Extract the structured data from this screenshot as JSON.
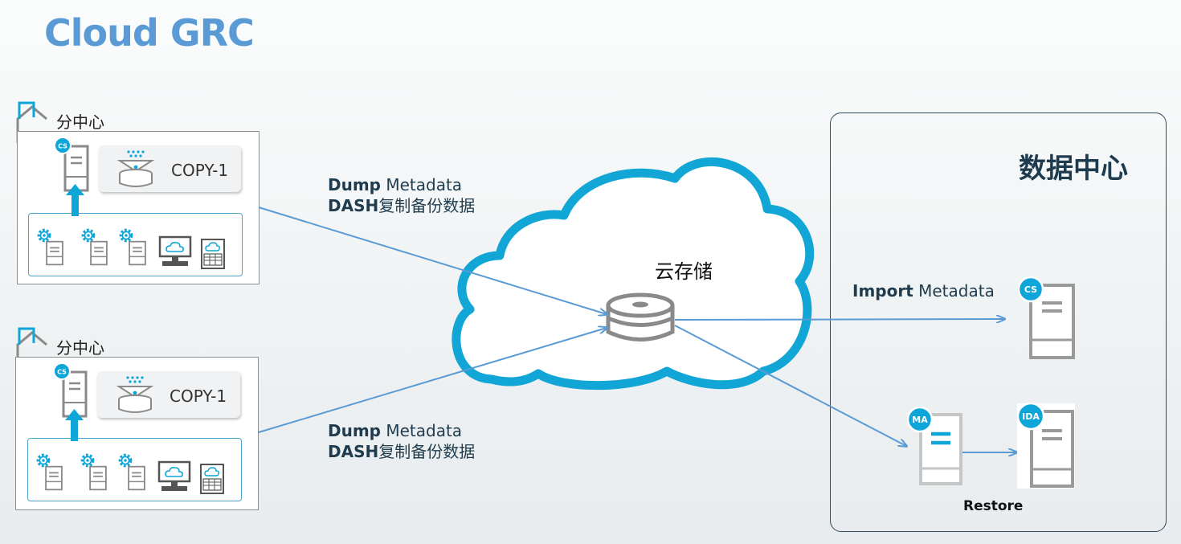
{
  "title": "Cloud GRC",
  "branches": [
    {
      "label": "分中心",
      "copy_label": "COPY-1",
      "cs_badge": "CS"
    },
    {
      "label": "分中心",
      "copy_label": "COPY-1",
      "cs_badge": "CS"
    }
  ],
  "flows": {
    "dump_top": {
      "strong": "Dump",
      "rest": " Metadata",
      "line2_strong": "DASH",
      "line2_rest": "复制备份数据"
    },
    "dump_bottom": {
      "strong": "Dump",
      "rest": " Metadata",
      "line2_strong": "DASH",
      "line2_rest": "复制备份数据"
    },
    "import": {
      "strong": "Import",
      "rest": " Metadata"
    }
  },
  "cloud": {
    "label": "云存储"
  },
  "datacenter": {
    "title": "数据中心",
    "cs_badge": "CS",
    "ma_badge": "MA",
    "ida_badge": "IDA",
    "restore_label": "Restore"
  },
  "colors": {
    "title": "#5b9bd5",
    "accent_blue": "#0ea5d9",
    "cloud_stroke": "#11a6d6",
    "arrow": "#5b9bd5",
    "server_gray": "#9a9a9a"
  }
}
